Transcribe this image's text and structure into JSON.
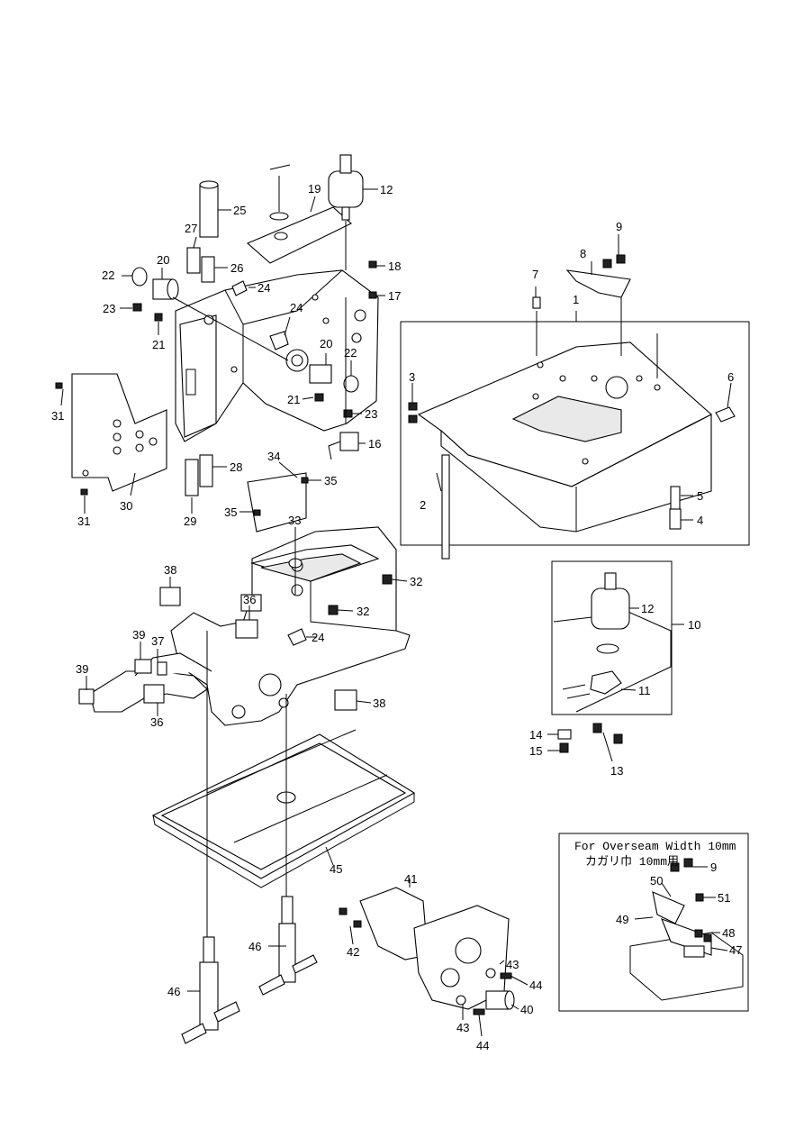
{
  "inset": {
    "title": "For Overseam Width 10mm",
    "subtitle": "カガリ巾 10mm用"
  },
  "callouts": [
    "1",
    "2",
    "3",
    "4",
    "5",
    "6",
    "7",
    "8",
    "9",
    "10",
    "11",
    "12",
    "13",
    "14",
    "15",
    "16",
    "17",
    "18",
    "19",
    "20",
    "21",
    "22",
    "23",
    "24",
    "25",
    "26",
    "27",
    "28",
    "29",
    "30",
    "31",
    "32",
    "33",
    "34",
    "35",
    "36",
    "37",
    "38",
    "39",
    "40",
    "41",
    "42",
    "43",
    "44",
    "45",
    "46",
    "47",
    "48",
    "49",
    "50",
    "51"
  ],
  "labels": {
    "p12a": "12",
    "p19": "19",
    "p25": "25",
    "p27": "27",
    "p26": "26",
    "p20a": "20",
    "p22a": "22",
    "p23a": "23",
    "p21a": "21",
    "p24a": "24",
    "p24b": "24",
    "p18": "18",
    "p17": "17",
    "p20b": "20",
    "p22b": "22",
    "p21b": "21",
    "p23b": "23",
    "p16": "16",
    "p31a": "31",
    "p31b": "31",
    "p30": "30",
    "p28": "28",
    "p29": "29",
    "p34": "34",
    "p35a": "35",
    "p35b": "35",
    "p33": "33",
    "p32a": "32",
    "p32b": "32",
    "p24c": "24",
    "p38a": "38",
    "p38b": "38",
    "p36a": "36",
    "p36b": "36",
    "p37": "37",
    "p39a": "39",
    "p39b": "39",
    "p45": "45",
    "p46a": "46",
    "p46b": "46",
    "p41": "41",
    "p42": "42",
    "p43a": "43",
    "p43b": "43",
    "p44a": "44",
    "p44b": "44",
    "p40": "40",
    "p7": "7",
    "p1": "1",
    "p8": "8",
    "p9a": "9",
    "p3": "3",
    "p6": "6",
    "p2": "2",
    "p5": "5",
    "p4": "4",
    "p12b": "12",
    "p10": "10",
    "p11": "11",
    "p14": "14",
    "p15": "15",
    "p13": "13",
    "p9b": "9",
    "p50": "50",
    "p51": "51",
    "p49": "49",
    "p48": "48",
    "p47": "47"
  }
}
